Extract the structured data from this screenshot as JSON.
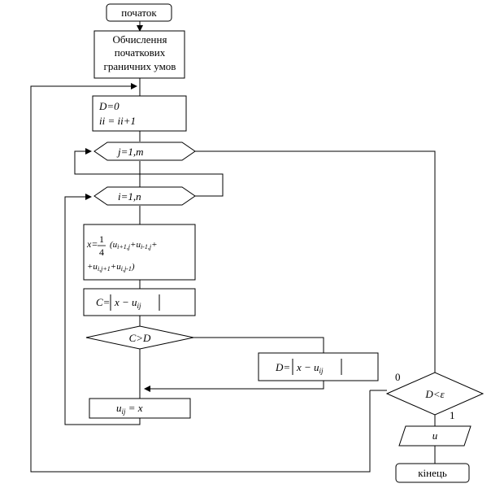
{
  "start_label": "початок",
  "init_box": {
    "line1": "Обчислення",
    "line2": "початкових",
    "line3": "граничних умов"
  },
  "reset_box": {
    "line1": "D=0",
    "line2": "ii = ii+1"
  },
  "loop_j_label": "j=1,m",
  "loop_i_label": "i=1,n",
  "formula_box": {
    "x_eq": "x=",
    "frac_num": "1",
    "frac_den": "4",
    "terms1": "(u",
    "sub1": "i+1,j",
    "plus1": "+u",
    "sub2": "i-1,j",
    "plus2": "+",
    "terms2": "+u",
    "sub3": "i,j+1",
    "plus3": "+u",
    "sub4": "i,j-1",
    "close": ")"
  },
  "c_box": {
    "prefix": "C=",
    "body": "x  −  u",
    "sub": "ij"
  },
  "compare_label": "C>D",
  "d_box": {
    "prefix": "D=",
    "body": "x  −  u",
    "sub": "ij"
  },
  "assign_box": {
    "u": "u",
    "sub": "ij",
    "rest": " = x"
  },
  "converge_label": "D<ε",
  "branch_no": "0",
  "branch_yes": "1",
  "output_label": "u",
  "end_label": "кінець"
}
